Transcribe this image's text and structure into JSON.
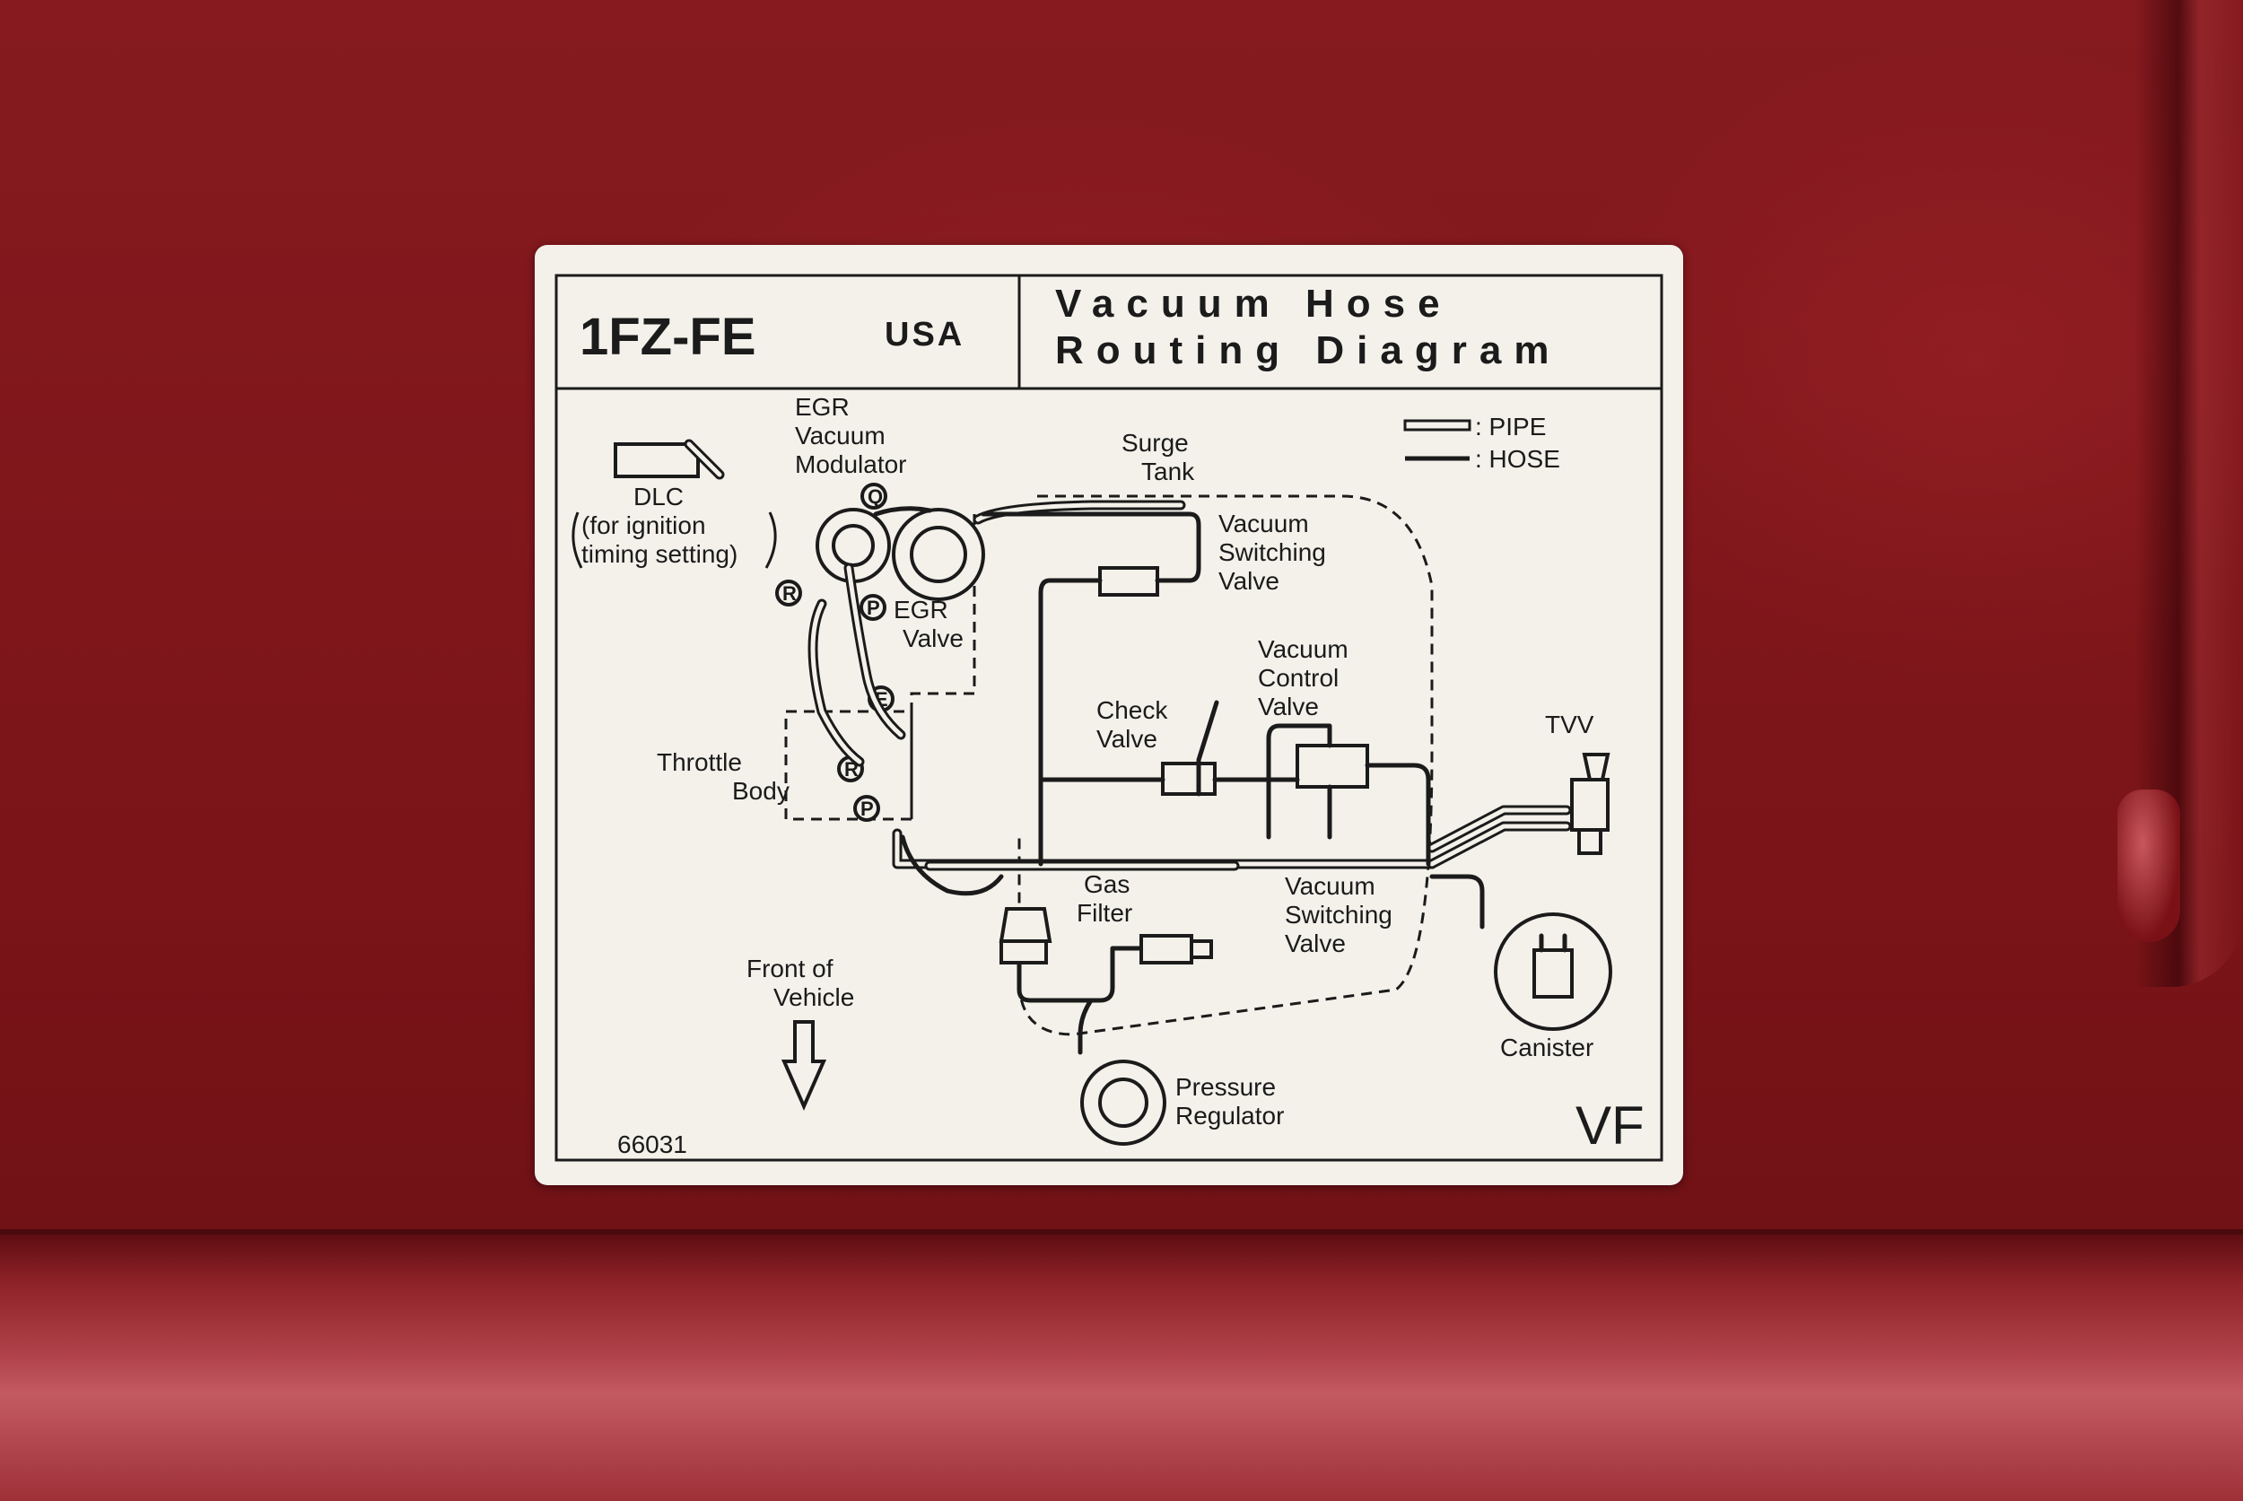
{
  "label": {
    "engine_code": "1FZ-FE",
    "market": "USA",
    "title_line1": "Vacuum Hose",
    "title_line2": "Routing Diagram",
    "legend": {
      "pipe": ": PIPE",
      "hose": ": HOSE"
    },
    "components": {
      "dlc_line1": "DLC",
      "dlc_line2": "(for ignition",
      "dlc_line3": "timing setting)",
      "egr_vacuum_modulator_line1": "EGR",
      "egr_vacuum_modulator_line2": "Vacuum",
      "egr_vacuum_modulator_line3": "Modulator",
      "surge_tank_line1": "Surge",
      "surge_tank_line2": "Tank",
      "vsv_upper_line1": "Vacuum",
      "vsv_upper_line2": "Switching",
      "vsv_upper_line3": "Valve",
      "egr_valve_line1": "EGR",
      "egr_valve_line2": "Valve",
      "vacuum_control_valve_line1": "Vacuum",
      "vacuum_control_valve_line2": "Control",
      "vacuum_control_valve_line3": "Valve",
      "check_valve_line1": "Check",
      "check_valve_line2": "Valve",
      "throttle_body_line1": "Throttle",
      "throttle_body_line2": "Body",
      "tvv": "TVV",
      "gas_filter_line1": "Gas",
      "gas_filter_line2": "Filter",
      "vsv_lower_line1": "Vacuum",
      "vsv_lower_line2": "Switching",
      "vsv_lower_line3": "Valve",
      "front_line1": "Front of",
      "front_line2": "Vehicle",
      "canister": "Canister",
      "pressure_regulator_line1": "Pressure",
      "pressure_regulator_line2": "Regulator"
    },
    "port_codes": {
      "q": "Q",
      "r_upper": "R",
      "p_upper": "P",
      "e": "E",
      "r_lower": "R",
      "p_lower": "P"
    },
    "part_number": "66031",
    "variant_code": "VF"
  },
  "colors": {
    "paint": "#7e1519",
    "label_background": "#f3f1ea",
    "ink": "#1b1b1b"
  },
  "icons": [
    "dlc-connector-icon",
    "down-arrow-icon",
    "tvv-icon",
    "gas-filter-icon",
    "canister-icon",
    "pressure-regulator-icon"
  ]
}
